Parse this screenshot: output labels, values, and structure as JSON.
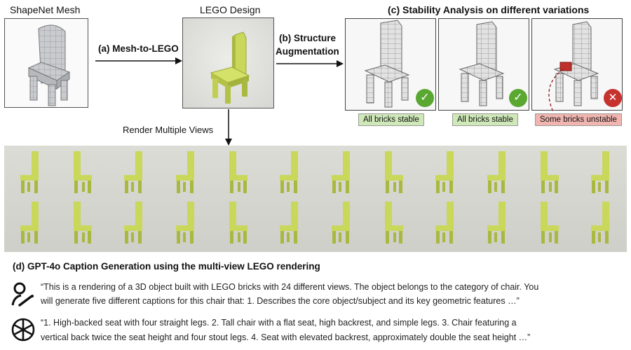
{
  "labels": {
    "shapenet_mesh": "ShapeNet Mesh",
    "lego_design": "LEGO Design",
    "stability_title": "(c) Stability Analysis on different variations",
    "mesh_to_lego": "(a) Mesh-to-LEGO",
    "structure_aug_line1": "(b) Structure",
    "structure_aug_line2": "Augmentation",
    "render_views": "Render Multiple Views",
    "caption_title": "(d) GPT-4o Caption Generation using the multi-view LEGO rendering"
  },
  "stability": [
    {
      "status": "All bricks stable",
      "stable": true
    },
    {
      "status": "All bricks stable",
      "stable": true
    },
    {
      "status": "Some bricks unstable",
      "stable": false
    }
  ],
  "icons": {
    "user": "user-icon",
    "assistant": "openai-logo-icon",
    "ok": "check-icon",
    "fail": "cross-icon"
  },
  "colors": {
    "lego": "#c9d75a",
    "lego_dark": "#a9b840",
    "stable_bg": "#cfe8b8",
    "unstable_bg": "#f1b5b0",
    "check": "#5aa832",
    "cross": "#c6332f",
    "unstable_brick": "#c0302a"
  },
  "prompt": {
    "line1": "“This is a rendering of a 3D object built with LEGO bricks with 24 different views. The object belongs to the category of chair. You",
    "line2": "will generate five different captions for this chair that: 1. Describes the core object/subject and its key geometric features …”"
  },
  "response": {
    "line1": "“1. High-backed seat with four straight legs. 2. Tall chair with a flat seat, high backrest, and simple legs. 3. Chair featuring a",
    "line2": "vertical back twice the seat height and four stout legs. 4. Seat with elevated backrest, approximately double the seat height …”"
  },
  "views_count": 24
}
